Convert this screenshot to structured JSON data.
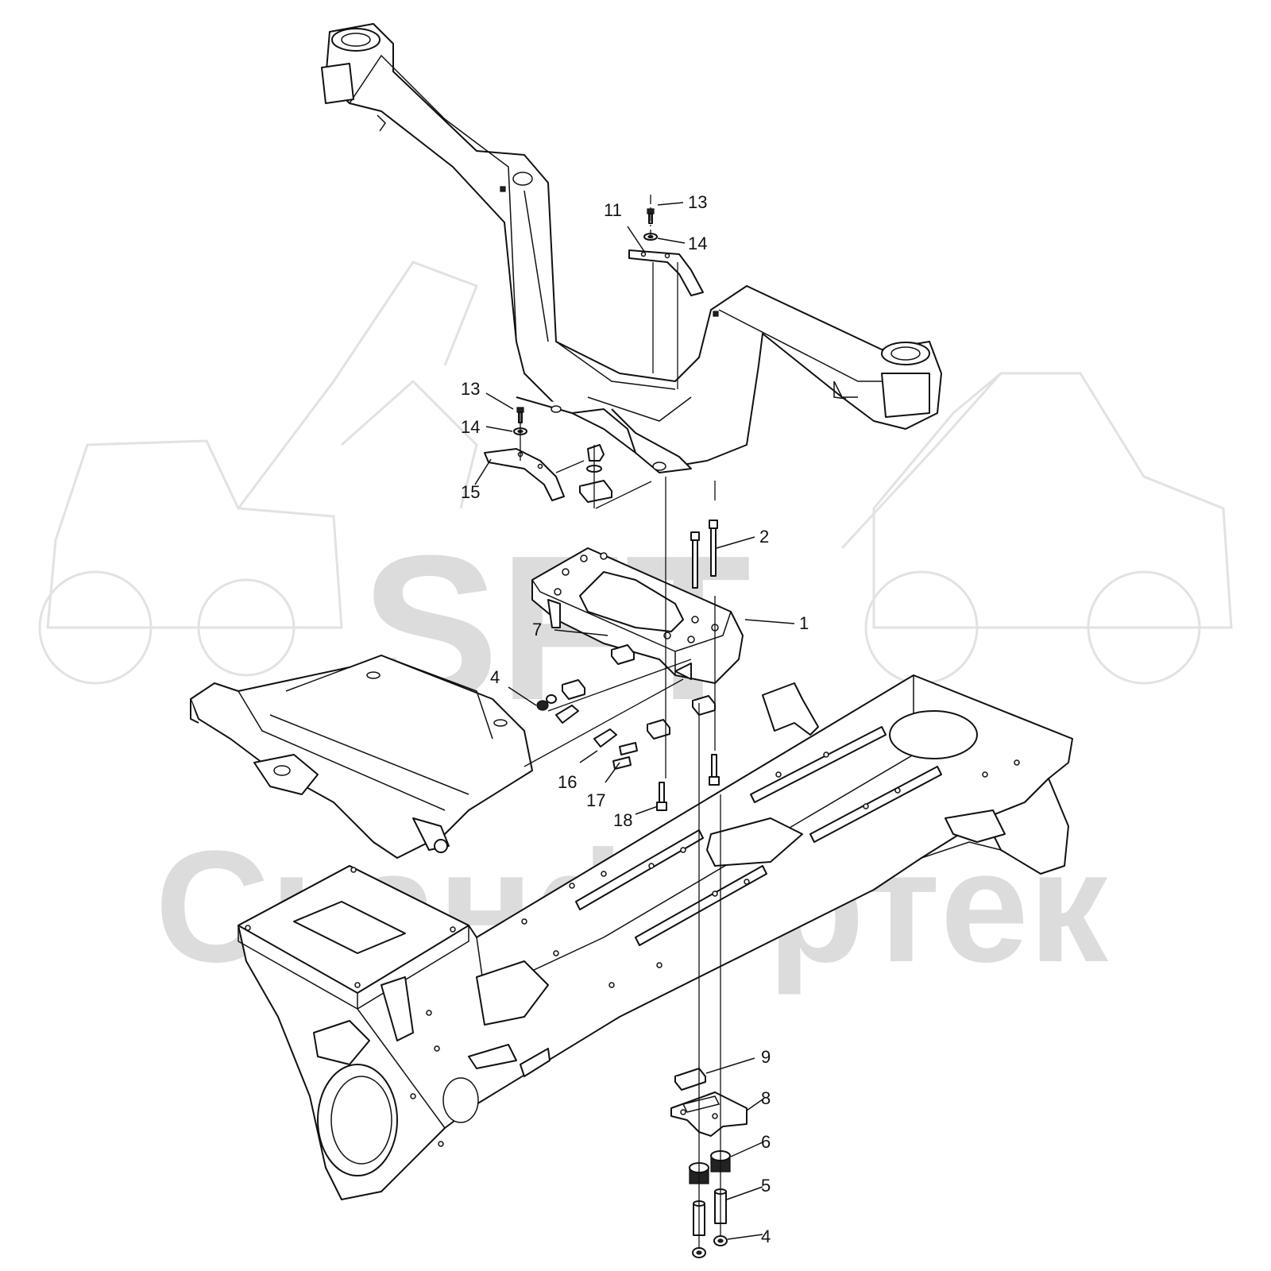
{
  "watermark": {
    "logo_text": "SFT",
    "company_text": "Сканфортек",
    "color": "#dcdcdc"
  },
  "callouts": [
    {
      "id": "c13a",
      "label": "13"
    },
    {
      "id": "c11",
      "label": "11"
    },
    {
      "id": "c14a",
      "label": "14"
    },
    {
      "id": "c13b",
      "label": "13"
    },
    {
      "id": "c14b",
      "label": "14"
    },
    {
      "id": "c15",
      "label": "15"
    },
    {
      "id": "c2",
      "label": "2"
    },
    {
      "id": "c1",
      "label": "1"
    },
    {
      "id": "c7",
      "label": "7"
    },
    {
      "id": "c4a",
      "label": "4"
    },
    {
      "id": "c16",
      "label": "16"
    },
    {
      "id": "c17",
      "label": "17"
    },
    {
      "id": "c18",
      "label": "18"
    },
    {
      "id": "c9",
      "label": "9"
    },
    {
      "id": "c8",
      "label": "8"
    },
    {
      "id": "c6",
      "label": "6"
    },
    {
      "id": "c5",
      "label": "5"
    },
    {
      "id": "c4b",
      "label": "4"
    }
  ]
}
